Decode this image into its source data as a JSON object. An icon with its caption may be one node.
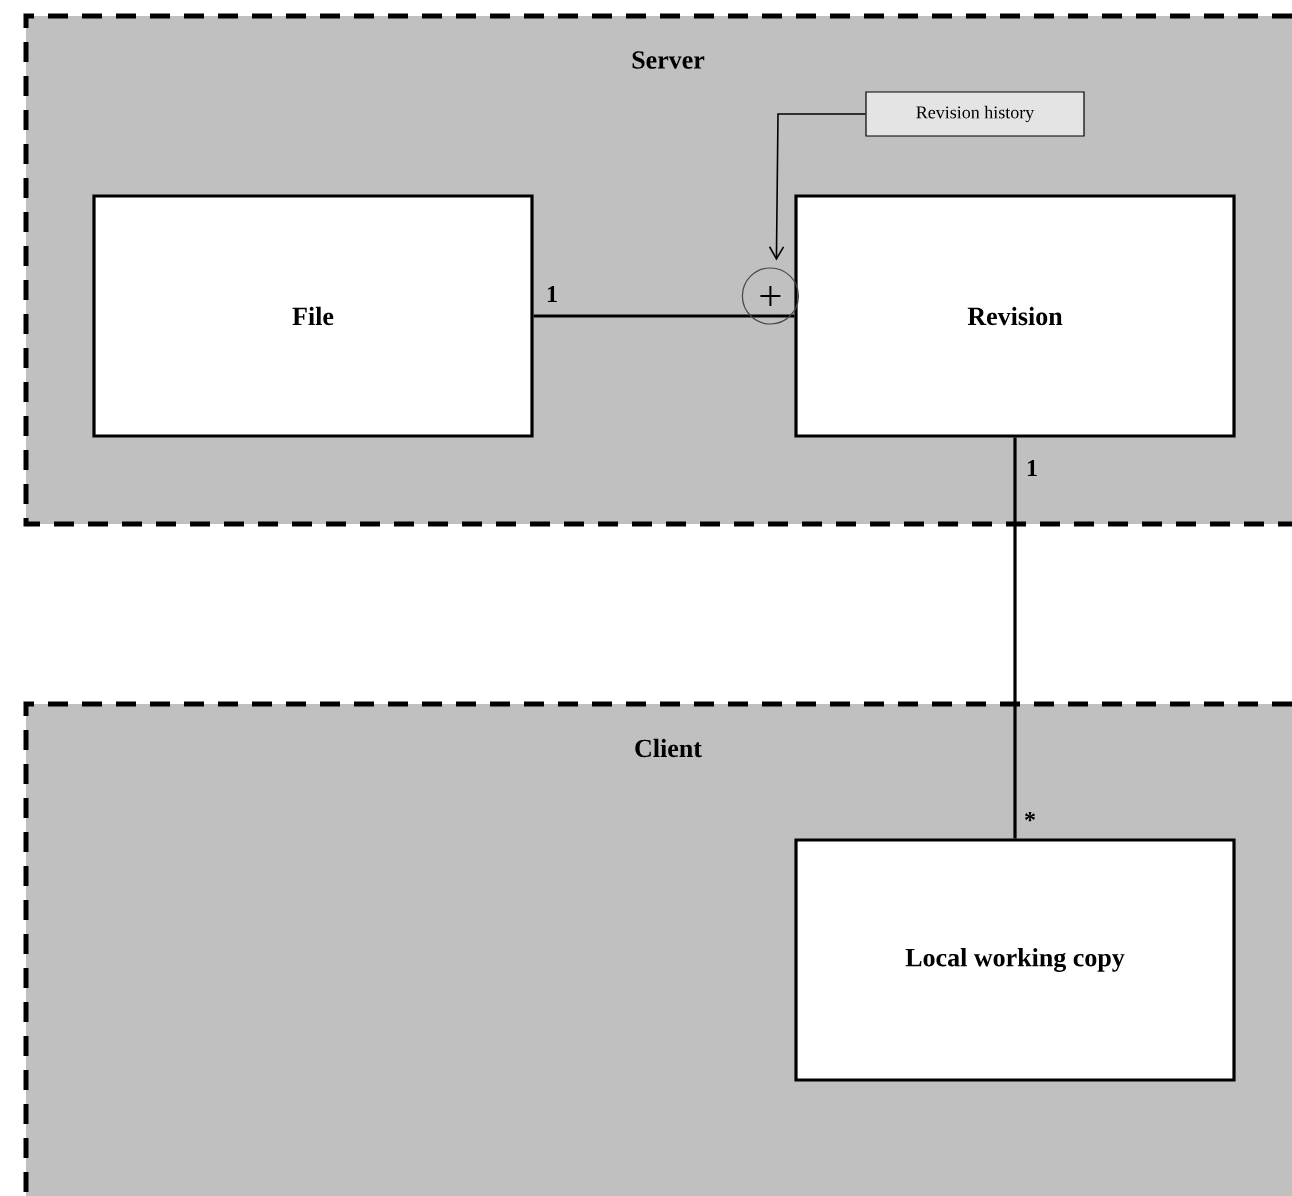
{
  "diagram": {
    "nodes": [
      {
        "text": [
          "Server"
        ]
      },
      {
        "text": [
          "File"
        ],
        "in": 0
      },
      {
        "text": [
          "Revision"
        ],
        "in": 0
      },
      {
        "text": [
          "Revision history"
        ],
        "in": 0
      },
      {
        "text": [
          "Client"
        ]
      },
      {
        "text": [
          "Local working copy"
        ],
        "in": 4
      }
    ],
    "edges": [
      {
        "from": 1,
        "to": 2,
        "arrow": "other"
      },
      {
        "from": 2,
        "to": 5,
        "arrow": "none"
      },
      {
        "from": 3,
        "to": 2,
        "arrow": "to"
      }
    ],
    "labels": [
      "1",
      "1",
      "*"
    ]
  }
}
